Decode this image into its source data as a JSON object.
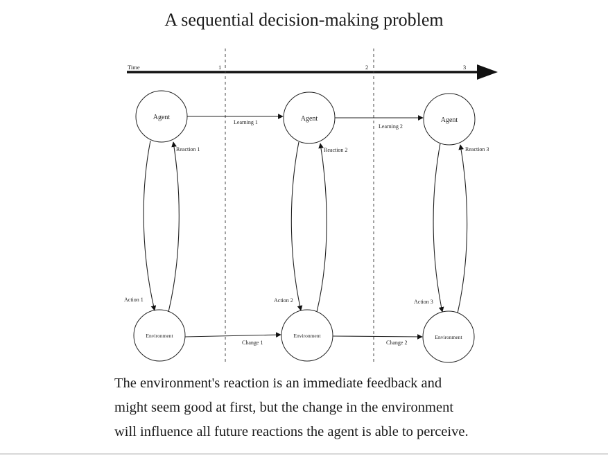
{
  "title": "A sequential decision-making problem",
  "timeline": {
    "label": "Time",
    "ticks": [
      "1",
      "2",
      "3"
    ]
  },
  "nodes": {
    "agent": [
      "Agent",
      "Agent",
      "Agent"
    ],
    "environment": [
      "Environment",
      "Environment",
      "Environment"
    ]
  },
  "edges": {
    "learning": [
      "Learning 1",
      "Learning 2"
    ],
    "change": [
      "Change 1",
      "Change 2"
    ],
    "reaction": [
      "Reaction 1",
      "Reaction 2",
      "Reaction 3"
    ],
    "action": [
      "Action 1",
      "Action 2",
      "Action 3"
    ]
  },
  "caption": [
    "The environment's reaction is an immediate feedback and",
    "might seem good at first, but the change in the environment",
    "will influence all future reactions the agent is able to perceive."
  ]
}
